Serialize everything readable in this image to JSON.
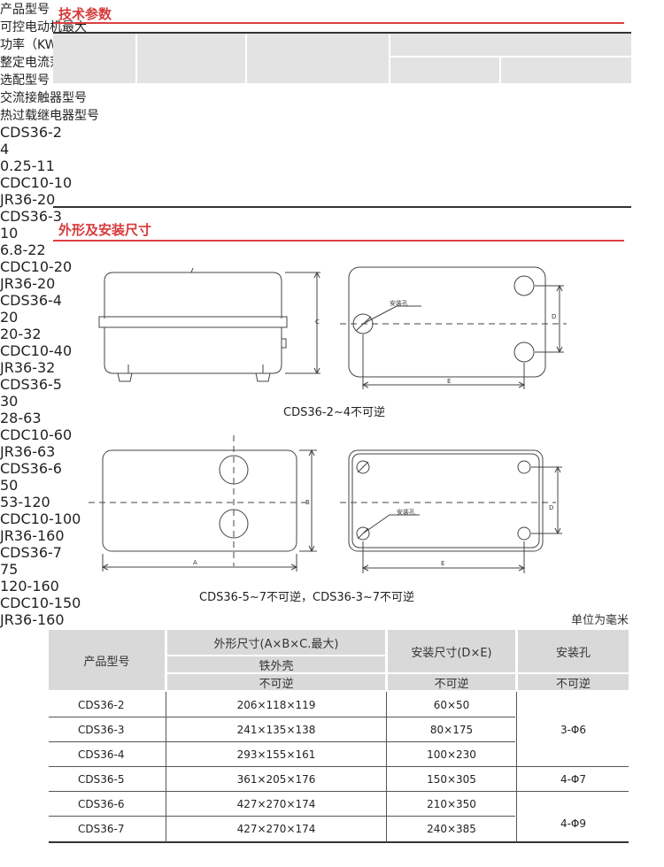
{
  "sections": {
    "tech_params": "技术参数",
    "dimensions": "外形及安装尺寸"
  },
  "params_table": {
    "headers": {
      "model": "产品型号",
      "power_line1": "可控电动机最大",
      "power_line2": "功率（KW）",
      "current": "整定电流范围",
      "selection": "选配型号",
      "contactor": "交流接触器型号",
      "relay": "热过载继电器型号"
    },
    "rows": [
      [
        "CDS36-2",
        "4",
        "0.25-11",
        "CDC10-10",
        "JR36-20"
      ],
      [
        "CDS36-3",
        "10",
        "6.8-22",
        "CDC10-20",
        "JR36-20"
      ],
      [
        "CDS36-4",
        "20",
        "20-32",
        "CDC10-40",
        "JR36-32"
      ],
      [
        "CDS36-5",
        "30",
        "28-63",
        "CDC10-60",
        "JR36-63"
      ],
      [
        "CDS36-6",
        "50",
        "53-120",
        "CDC10-100",
        "JR36-160"
      ],
      [
        "CDS36-7",
        "75",
        "120-160",
        "CDC10-150",
        "JR36-160"
      ]
    ]
  },
  "drawings": {
    "caption1": "CDS36-2~4不可逆",
    "caption2": "CDS36-5~7不可逆，CDS36-3~7不可逆",
    "hole_label": "安装孔",
    "dim_A": "A",
    "dim_B": "B",
    "dim_C": "C",
    "dim_D": "D",
    "dim_E": "E"
  },
  "dims_table": {
    "unit": "单位为毫米",
    "headers": {
      "model": "产品型号",
      "outer": "外形尺寸(A×B×C.最大)",
      "iron": "铁外壳",
      "mount": "安装尺寸(D×E)",
      "hole": "安装孔",
      "nonrev1": "不可逆",
      "nonrev2": "不可逆",
      "nonrev3": "不可逆"
    },
    "rows": [
      {
        "model": "CDS36-2",
        "outer": "206×118×119",
        "mount": "60×50"
      },
      {
        "model": "CDS36-3",
        "outer": "241×135×138",
        "mount": "80×175"
      },
      {
        "model": "CDS36-4",
        "outer": "293×155×161",
        "mount": "100×230"
      },
      {
        "model": "CDS36-5",
        "outer": "361×205×176",
        "mount": "150×305"
      },
      {
        "model": "CDS36-6",
        "outer": "427×270×174",
        "mount": "210×350"
      },
      {
        "model": "CDS36-7",
        "outer": "427×270×174",
        "mount": "240×385"
      }
    ],
    "holes": {
      "h1": "3-Φ6",
      "h2": "4-Φ7",
      "h3": "4-Φ9"
    }
  }
}
